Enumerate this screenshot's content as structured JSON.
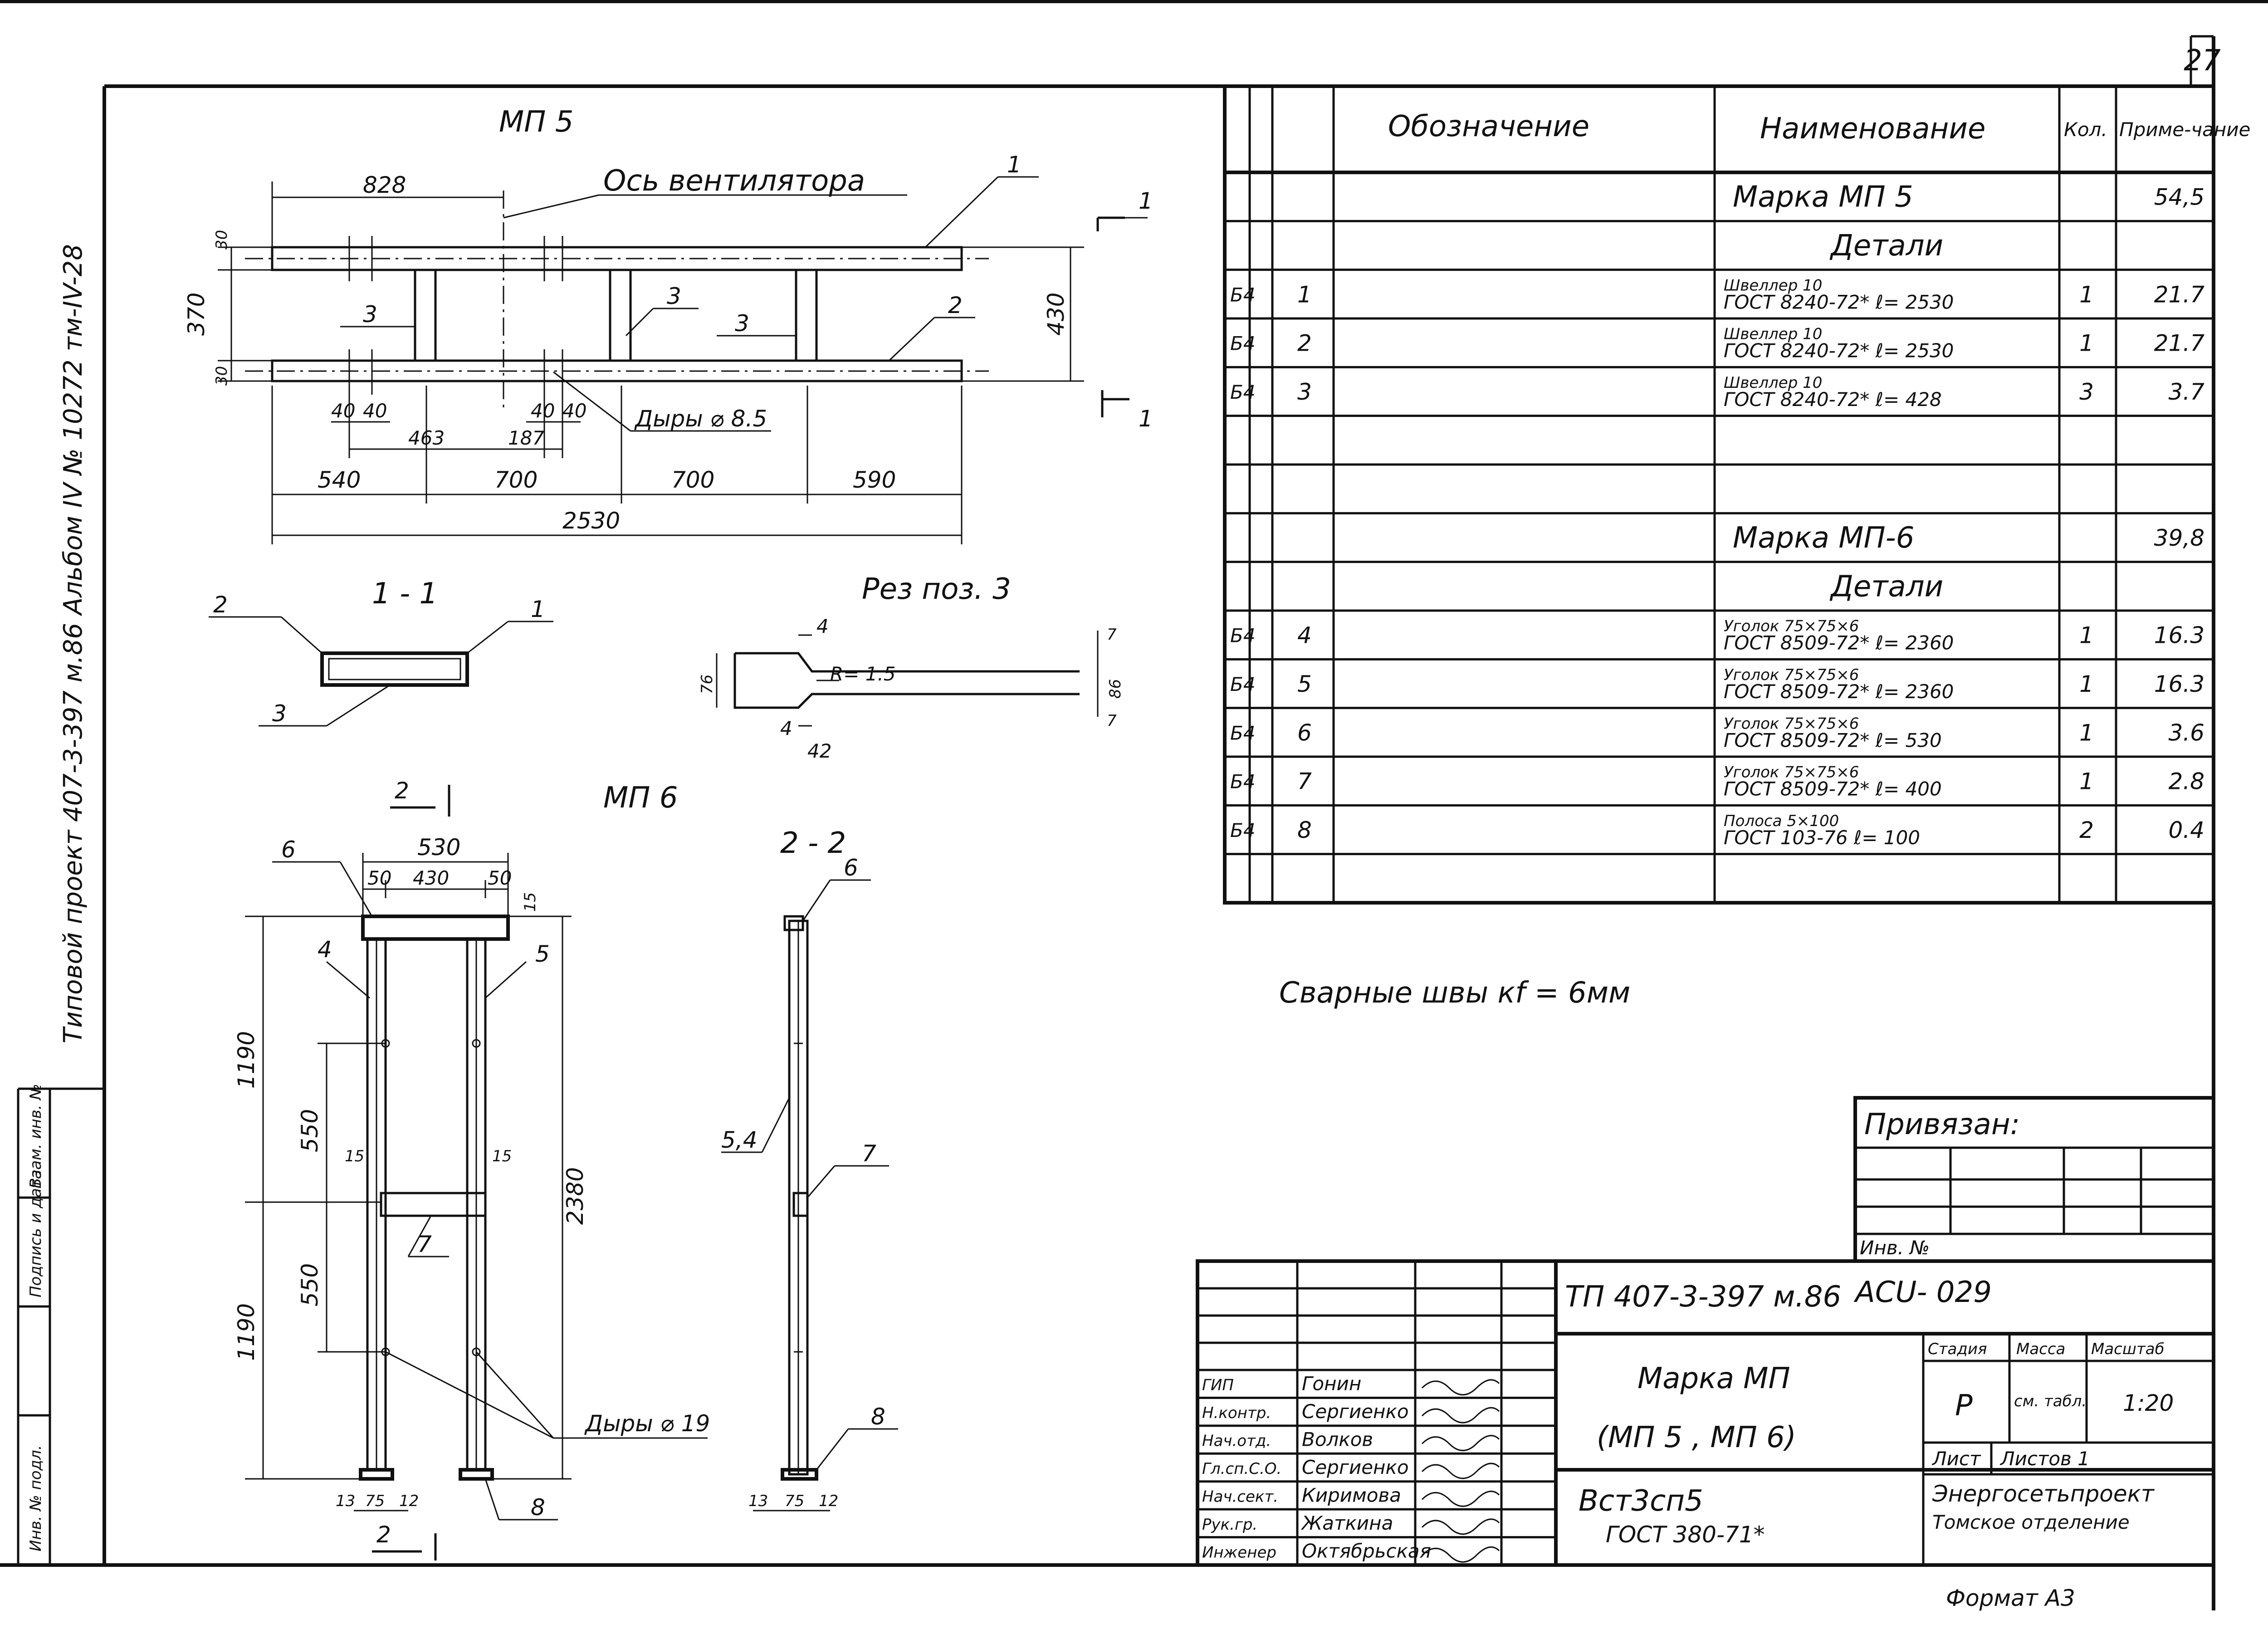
{
  "sheet": {
    "page_number": "27",
    "side_stamp": "Типовой проект 407-3-397 м.86  Альбом IV № 10272 тм-IV-28",
    "side_boxes": [
      "Взам. инв. №",
      "Подпись и дата",
      "Инв. № подл."
    ]
  },
  "drawings": {
    "mp5": {
      "title": "МП 5",
      "axis_label": "Ось вентилятора",
      "holes_label": "Дыры ⌀ 8.5",
      "dims": [
        "828",
        "30",
        "370",
        "30",
        "430",
        "40",
        "40",
        "40",
        "40",
        "463",
        "187",
        "540",
        "700",
        "700",
        "590",
        "2530"
      ],
      "callouts": [
        "1",
        "2",
        "3",
        "3",
        "3"
      ],
      "cut_mark": "1"
    },
    "section_1_1": {
      "title": "1 - 1",
      "callouts": [
        "2",
        "1",
        "3"
      ]
    },
    "cut_pos3": {
      "title": "Рез поз. 3",
      "dims": [
        "4",
        "76",
        "R= 1.5",
        "86",
        "4",
        "42",
        "7",
        "7"
      ]
    },
    "mp6": {
      "title": "МП 6",
      "section_mark": "2",
      "dims": [
        "530",
        "50",
        "430",
        "50",
        "15",
        "1190",
        "550",
        "15",
        "15",
        "550",
        "1190",
        "2380",
        "13",
        "75",
        "12"
      ],
      "callouts": [
        "6",
        "4",
        "5",
        "7",
        "8"
      ],
      "holes_label": "Дыры ⌀ 19"
    },
    "section_2_2": {
      "title": "2 - 2",
      "callouts": [
        "6",
        "5,4",
        "7",
        "8"
      ],
      "dims": [
        "13",
        "75",
        "12"
      ]
    }
  },
  "spec_table": {
    "headers": [
      "Обозначение",
      "Наименование",
      "Кол.",
      "Приме-чание"
    ],
    "rows": [
      {
        "f": "",
        "pos": "",
        "name": "Марка МП 5",
        "qty": "",
        "note": "54,5",
        "kind": "mark"
      },
      {
        "f": "",
        "pos": "",
        "name": "Детали",
        "qty": "",
        "note": "",
        "kind": "section"
      },
      {
        "f": "Б4",
        "pos": "1",
        "name": "Швеллер 10",
        "name2": "ГОСТ 8240-72* ℓ= 2530",
        "qty": "1",
        "note": "21.7"
      },
      {
        "f": "Б4",
        "pos": "2",
        "name": "Швеллер 10",
        "name2": "ГОСТ 8240-72* ℓ= 2530",
        "qty": "1",
        "note": "21.7"
      },
      {
        "f": "Б4",
        "pos": "3",
        "name": "Швеллер 10",
        "name2": "ГОСТ 8240-72* ℓ= 428",
        "qty": "3",
        "note": "3.7"
      },
      {
        "f": "",
        "pos": "",
        "name": "",
        "qty": "",
        "note": ""
      },
      {
        "f": "",
        "pos": "",
        "name": "",
        "qty": "",
        "note": ""
      },
      {
        "f": "",
        "pos": "",
        "name": "Марка МП-6",
        "qty": "",
        "note": "39,8",
        "kind": "mark"
      },
      {
        "f": "",
        "pos": "",
        "name": "Детали",
        "qty": "",
        "note": "",
        "kind": "section"
      },
      {
        "f": "Б4",
        "pos": "4",
        "name": "Уголок 75×75×6",
        "name2": "ГОСТ 8509-72* ℓ= 2360",
        "qty": "1",
        "note": "16.3"
      },
      {
        "f": "Б4",
        "pos": "5",
        "name": "Уголок 75×75×6",
        "name2": "ГОСТ 8509-72* ℓ= 2360",
        "qty": "1",
        "note": "16.3"
      },
      {
        "f": "Б4",
        "pos": "6",
        "name": "Уголок 75×75×6",
        "name2": "ГОСТ 8509-72* ℓ= 530",
        "qty": "1",
        "note": "3.6"
      },
      {
        "f": "Б4",
        "pos": "7",
        "name": "Уголок 75×75×6",
        "name2": "ГОСТ 8509-72* ℓ= 400",
        "qty": "1",
        "note": "2.8"
      },
      {
        "f": "Б4",
        "pos": "8",
        "name": "Полоса 5×100",
        "name2": "ГОСТ 103-76 ℓ= 100",
        "qty": "2",
        "note": "0.4"
      },
      {
        "f": "",
        "pos": "",
        "name": "",
        "qty": "",
        "note": ""
      }
    ]
  },
  "notes": {
    "welds": "Сварные швы  кf = 6мм"
  },
  "binding": {
    "title": "Привязан:",
    "inv_label": "Инв. №"
  },
  "title_block": {
    "doc_code": "ТП 407-3-397 м.86",
    "sheet_code": "АСU- 029",
    "name_line1": "Марка МП",
    "name_line2": "(МП 5 , МП 6)",
    "material_line1": "Вст3сп5",
    "material_line2": "ГОСТ 380-71*",
    "stage_label": "Стадия",
    "stage_value": "Р",
    "mass_label": "Масса",
    "mass_value": "см. табл.",
    "scale_label": "Масштаб",
    "scale_value": "1:20",
    "sheet_label": "Лист",
    "sheets_label": "Листов 1",
    "org_line1": "Энергосетьпроект",
    "org_line2": "Томское отделение",
    "format": "Формат А3",
    "staff": [
      {
        "role": "ГИП",
        "name": "Гонин"
      },
      {
        "role": "Н.контр.",
        "name": "Сергиенко"
      },
      {
        "role": "Нач.отд.",
        "name": "Волков"
      },
      {
        "role": "Гл.сп.С.О.",
        "name": "Сергиенко"
      },
      {
        "role": "Нач.сект.",
        "name": "Киримова"
      },
      {
        "role": "Рук.гр.",
        "name": "Жаткина"
      },
      {
        "role": "Инженер",
        "name": "Октябрьская"
      }
    ]
  }
}
